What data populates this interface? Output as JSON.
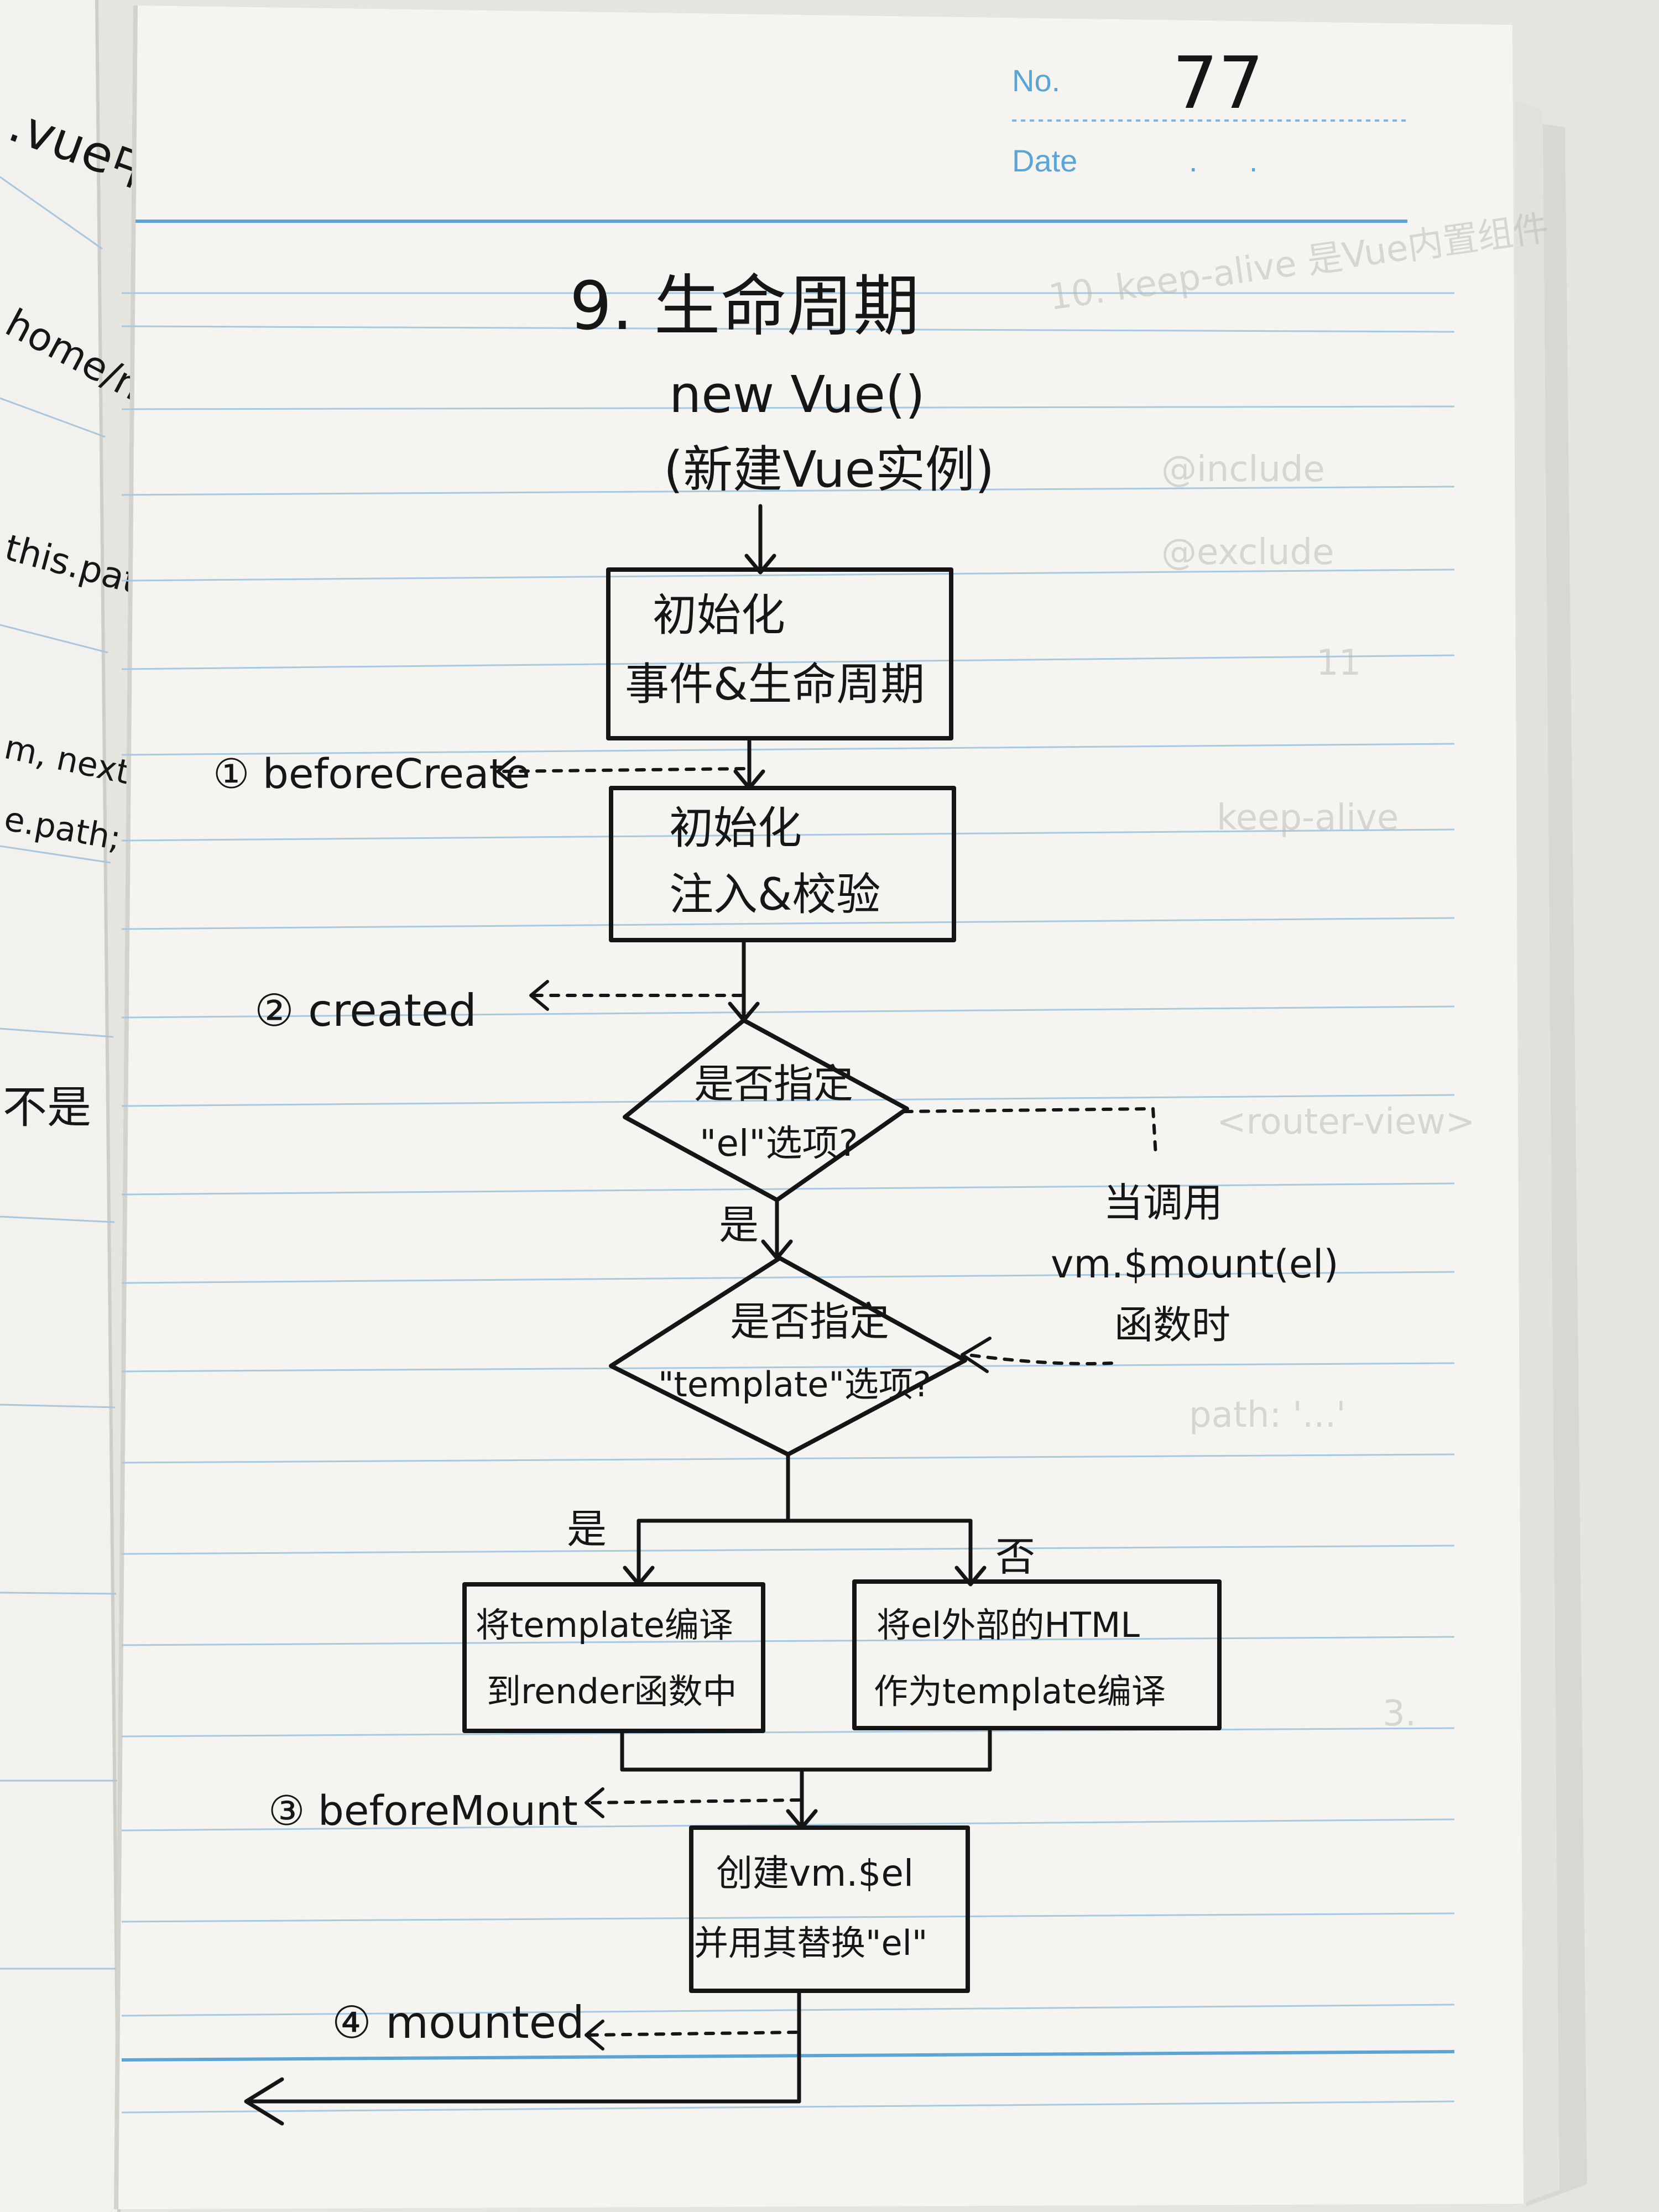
{
  "header": {
    "no_label": "No.",
    "no_value": "77",
    "date_label": "Date",
    "date_dots": ".      ."
  },
  "diagram": {
    "title": "9. 生命周期",
    "start_line1": "new Vue()",
    "start_line2": "(新建Vue实例)",
    "box1": [
      "初始化",
      "事件&生命周期"
    ],
    "box2": [
      "初始化",
      "注入&校验"
    ],
    "diamond1": [
      "是否指定",
      "\"el\"选项?"
    ],
    "diamond2": [
      "是否指定",
      "\"template\"选项?"
    ],
    "yes1": "是",
    "yes2": "是",
    "no2": "否",
    "side_note": [
      "当调用",
      "vm.$mount(el)",
      "函数时"
    ],
    "box3": [
      "将template编译",
      "到render函数中"
    ],
    "box4": [
      "将el外部的HTML",
      "作为template编译"
    ],
    "box5": [
      "创建vm.$el",
      "并用其替换\"el\""
    ],
    "hooks": {
      "h1": "① beforeCreate",
      "h2": "② created",
      "h3": "③ beforeMount",
      "h4": "④ mounted"
    }
  },
  "left_page": {
    "snippets": [
      ".vue中",
      "home/news",
      "this.path);",
      "m, next){",
      "e.path;",
      "不是"
    ]
  },
  "colors": {
    "ink": "#151515",
    "rule_line": "#8fb9d6",
    "print_blue": "#5aa4d6",
    "paper": "#f6f4f1"
  }
}
